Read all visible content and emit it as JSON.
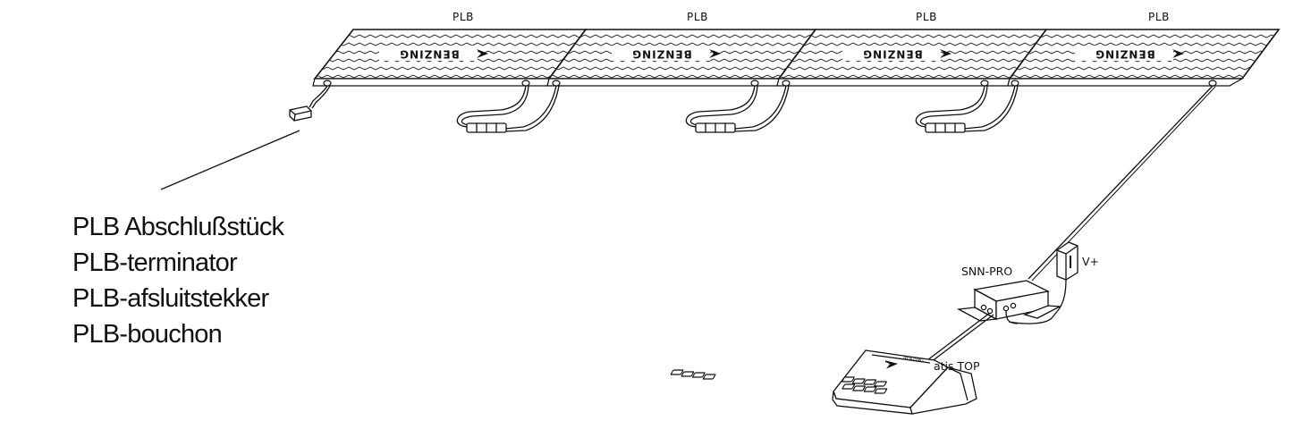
{
  "panels": [
    {
      "label": "PLB",
      "logo": "BENZING"
    },
    {
      "label": "PLB",
      "logo": "BENZING"
    },
    {
      "label": "PLB",
      "logo": "BENZING"
    },
    {
      "label": "PLB",
      "logo": "BENZING"
    }
  ],
  "devices": {
    "snn": "SNN-PRO",
    "power": "V+",
    "terminal": "atis TOP"
  },
  "terminator_labels": [
    "PLB Abschlußstück",
    "PLB-terminator",
    "PLB-afsluitstekker",
    "PLB-bouchon"
  ],
  "icons": {
    "logo": "benzing-bird-logo-icon",
    "keypad": "keypad-icon"
  }
}
